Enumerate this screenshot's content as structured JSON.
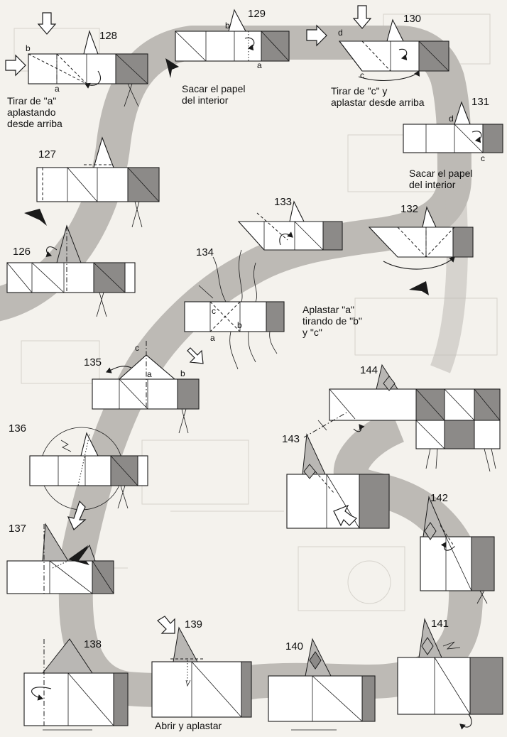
{
  "steps": [
    {
      "number": "126"
    },
    {
      "number": "127"
    },
    {
      "number": "128"
    },
    {
      "number": "129"
    },
    {
      "number": "130"
    },
    {
      "number": "131"
    },
    {
      "number": "132"
    },
    {
      "number": "133"
    },
    {
      "number": "134"
    },
    {
      "number": "135"
    },
    {
      "number": "136"
    },
    {
      "number": "137"
    },
    {
      "number": "138"
    },
    {
      "number": "139"
    },
    {
      "number": "140"
    },
    {
      "number": "141"
    },
    {
      "number": "142"
    },
    {
      "number": "143"
    },
    {
      "number": "144"
    }
  ],
  "captions": {
    "step128": [
      "Tirar de \"a\"",
      "aplastando",
      "desde arriba"
    ],
    "step129": [
      "Sacar el papel",
      "del interior"
    ],
    "step130": [
      "Tirar de \"c\" y",
      "aplastar desde arriba"
    ],
    "step131": [
      "Sacar el papel",
      "del interior"
    ],
    "step134": [
      "Aplastar \"a\"",
      "tirando de \"b\"",
      "y \"c\""
    ],
    "step139": [
      "Abrir y aplastar"
    ]
  },
  "point_labels": {
    "s128_b": "b",
    "s128_a": "a",
    "s129_b": "b",
    "s129_a": "a",
    "s130_d": "d",
    "s130_c": "c",
    "s131_d": "d",
    "s131_c": "c",
    "s134_c": "c",
    "s134_b": "b",
    "s134_a": "a",
    "s135_c": "c",
    "s135_a": "a",
    "s135_b": "b"
  },
  "colors": {
    "paper": "#ffffff",
    "coloured_side": "#8c8a88",
    "flow_band": "#bdbab5",
    "background": "#f4f2ed"
  }
}
